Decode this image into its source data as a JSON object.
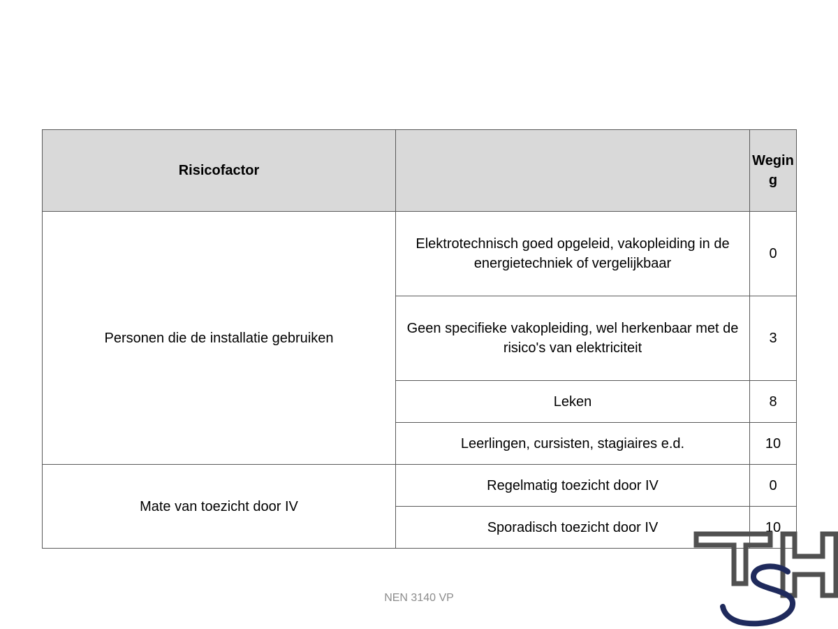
{
  "table": {
    "headers": {
      "risk_factor": "Risicofactor",
      "description": "",
      "weight": "Weging"
    },
    "groups": [
      {
        "factor": "Personen die de installatie gebruiken",
        "rows": [
          {
            "description": "Elektrotechnisch goed opgeleid, vakopleiding in de energietechniek of vergelijkbaar",
            "weight": "0"
          },
          {
            "description": "Geen specifieke vakopleiding, wel herkenbaar met de risico's van elektriciteit",
            "weight": "3"
          },
          {
            "description": "Leken",
            "weight": "8"
          },
          {
            "description": "Leerlingen, cursisten, stagiaires e.d.",
            "weight": "10"
          }
        ]
      },
      {
        "factor": "Mate van toezicht door IV",
        "rows": [
          {
            "description": "Regelmatig toezicht door IV",
            "weight": "0"
          },
          {
            "description": "Sporadisch toezicht door IV",
            "weight": "10"
          }
        ]
      }
    ]
  },
  "footer": {
    "text": "NEN 3140 VP"
  },
  "logo": {
    "icon": "tsh-logo-icon",
    "letters": "TSH",
    "color_gray": "#505050",
    "color_navy": "#1f2a5c"
  }
}
